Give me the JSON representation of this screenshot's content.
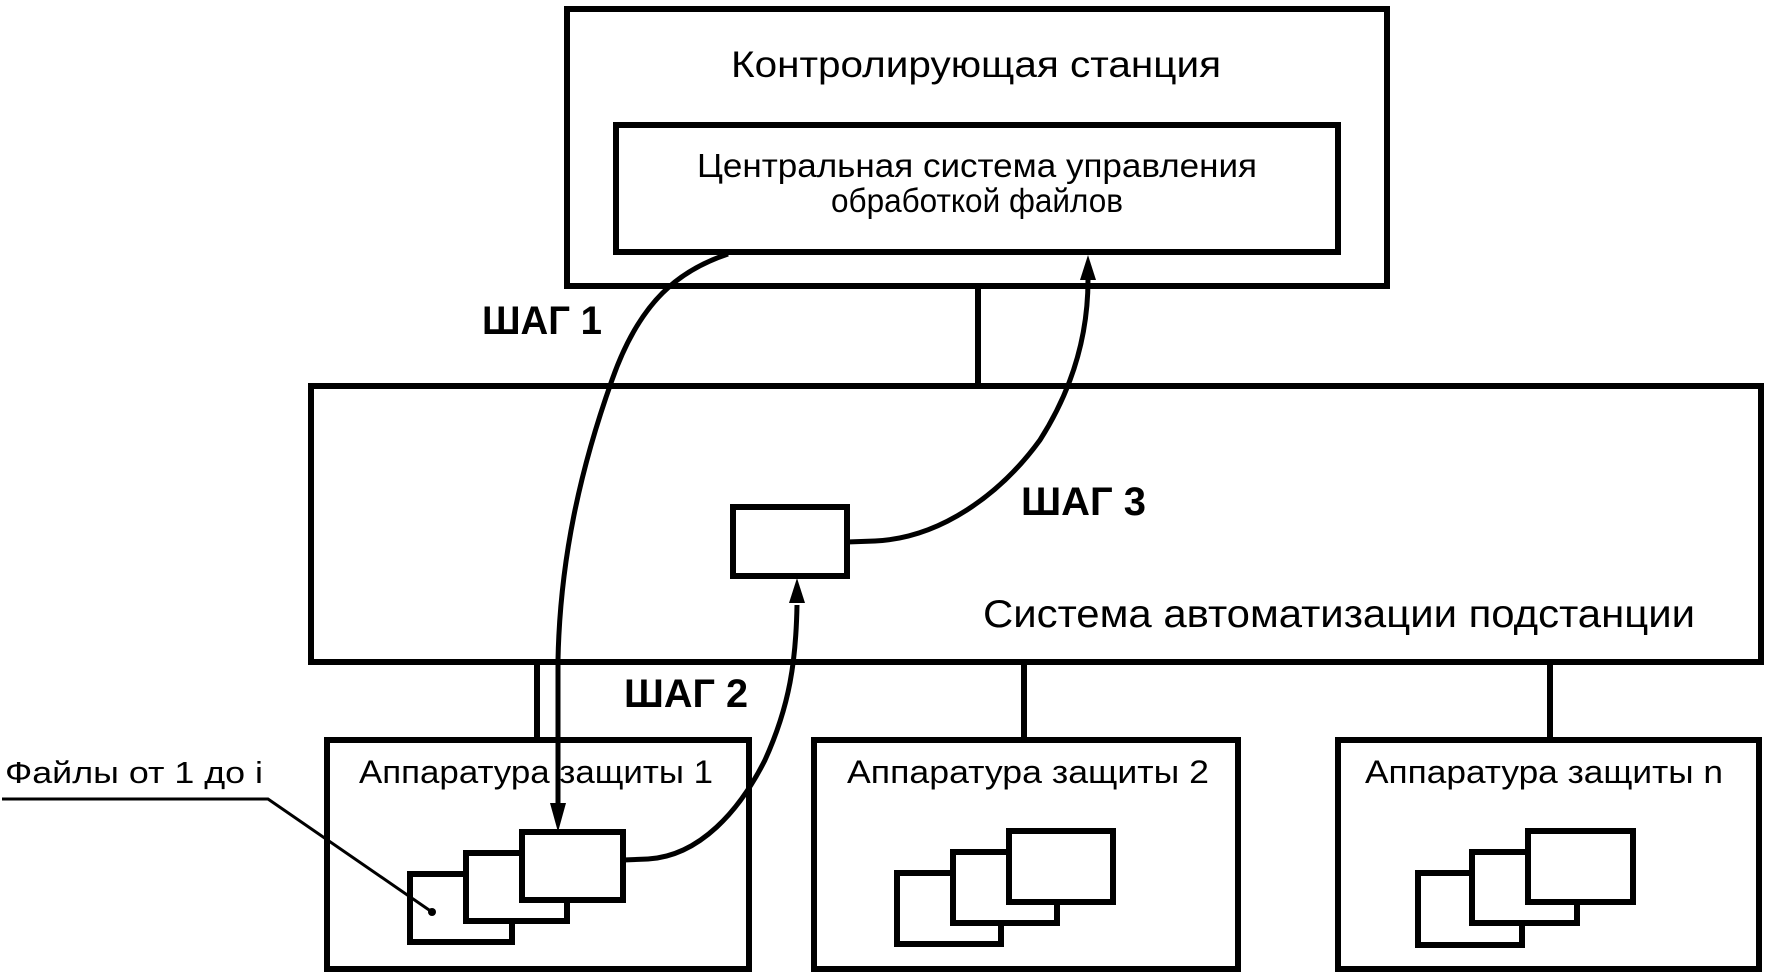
{
  "diagram": {
    "control_station": {
      "label": "Контролирующая станция",
      "central_system": {
        "line1": "Центральная система управления",
        "line2": "обработкой файлов"
      }
    },
    "substation_automation": {
      "label": "Система автоматизации подстанции"
    },
    "steps": [
      {
        "label": "ШАГ 1"
      },
      {
        "label": "ШАГ 2"
      },
      {
        "label": "ШАГ 3"
      }
    ],
    "protection_devices": [
      {
        "label": "Аппаратура защиты 1"
      },
      {
        "label": "Аппаратура защиты 2"
      },
      {
        "label": "Аппаратура защиты n"
      }
    ],
    "files_callout": {
      "label": "Файлы от 1 до i"
    },
    "colors": {
      "stroke": "#000000",
      "background": "#ffffff"
    }
  }
}
